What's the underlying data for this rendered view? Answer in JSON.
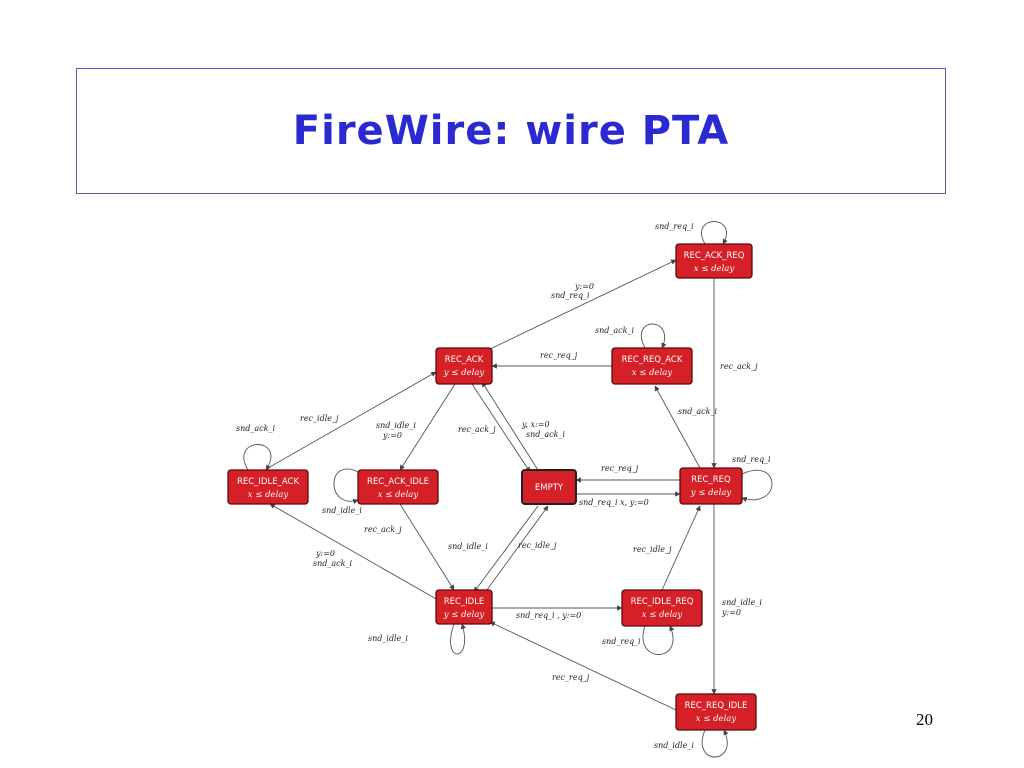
{
  "slide": {
    "title": "FireWire: wire PTA",
    "page_number": "20"
  },
  "diagram": {
    "states": {
      "rec_ack_req": {
        "name": "REC_ACK_REQ",
        "invariant": "x ≤ delay"
      },
      "rec_ack": {
        "name": "REC_ACK",
        "invariant": "y ≤ delay"
      },
      "rec_req_ack": {
        "name": "REC_REQ_ACK",
        "invariant": "x ≤ delay"
      },
      "rec_idle_ack": {
        "name": "REC_IDLE_ACK",
        "invariant": "x ≤ delay"
      },
      "rec_ack_idle": {
        "name": "REC_ACK_IDLE",
        "invariant": "x ≤ delay"
      },
      "empty": {
        "name": "EMPTY",
        "invariant": ""
      },
      "rec_req": {
        "name": "REC_REQ",
        "invariant": "y ≤ delay"
      },
      "rec_idle": {
        "name": "REC_IDLE",
        "invariant": "y ≤ delay"
      },
      "rec_idle_req": {
        "name": "REC_IDLE_REQ",
        "invariant": "x ≤ delay"
      },
      "rec_req_idle": {
        "name": "REC_REQ_IDLE",
        "invariant": "x ≤ delay"
      }
    },
    "labels": {
      "snd_req_i_top": "snd_req_i",
      "y0_a": "y:=0",
      "snd_req_i_a": "snd_req_i",
      "snd_ack_i_1": "snd_ack_i",
      "rec_req_j_1": "rec_req_j",
      "rec_ack_j_1": "rec_ack_j",
      "snd_ack_i_2": "snd_ack_i",
      "rec_idle_j_1": "rec_idle_j",
      "snd_ack_i_3": "snd_ack_i",
      "snd_idle_i_1": "snd_idle_i",
      "y0_b": "y:=0",
      "rec_ack_j_2": "rec_ack_j",
      "y_x0": "y, x:=0",
      "snd_ack_i_4": "snd_ack_i",
      "rec_req_j_2": "rec_req_j",
      "snd_req_i_r": "snd_req_i",
      "snd_idle_i_2": "snd_idle_i",
      "snd_req_i_xy": "snd_req_i   x, y:=0",
      "rec_ack_j_3": "rec_ack_j",
      "y0_c": "y:=0",
      "snd_ack_i_5": "snd_ack_i",
      "snd_idle_i_3": "snd_idle_i",
      "rec_idle_j_2": "rec_idle_j",
      "rec_idle_j_3": "rec_idle_j",
      "snd_idle_i_4": "snd_idle_i",
      "y0_d": "y:=0",
      "snd_req_y0": "snd_req_i ,   y:=0",
      "snd_req_i_b": "snd_req_i",
      "snd_idle_i_5": "snd_idle_i",
      "rec_req_j_3": "rec_req_j",
      "snd_idle_i_6": "snd_idle_i"
    }
  }
}
